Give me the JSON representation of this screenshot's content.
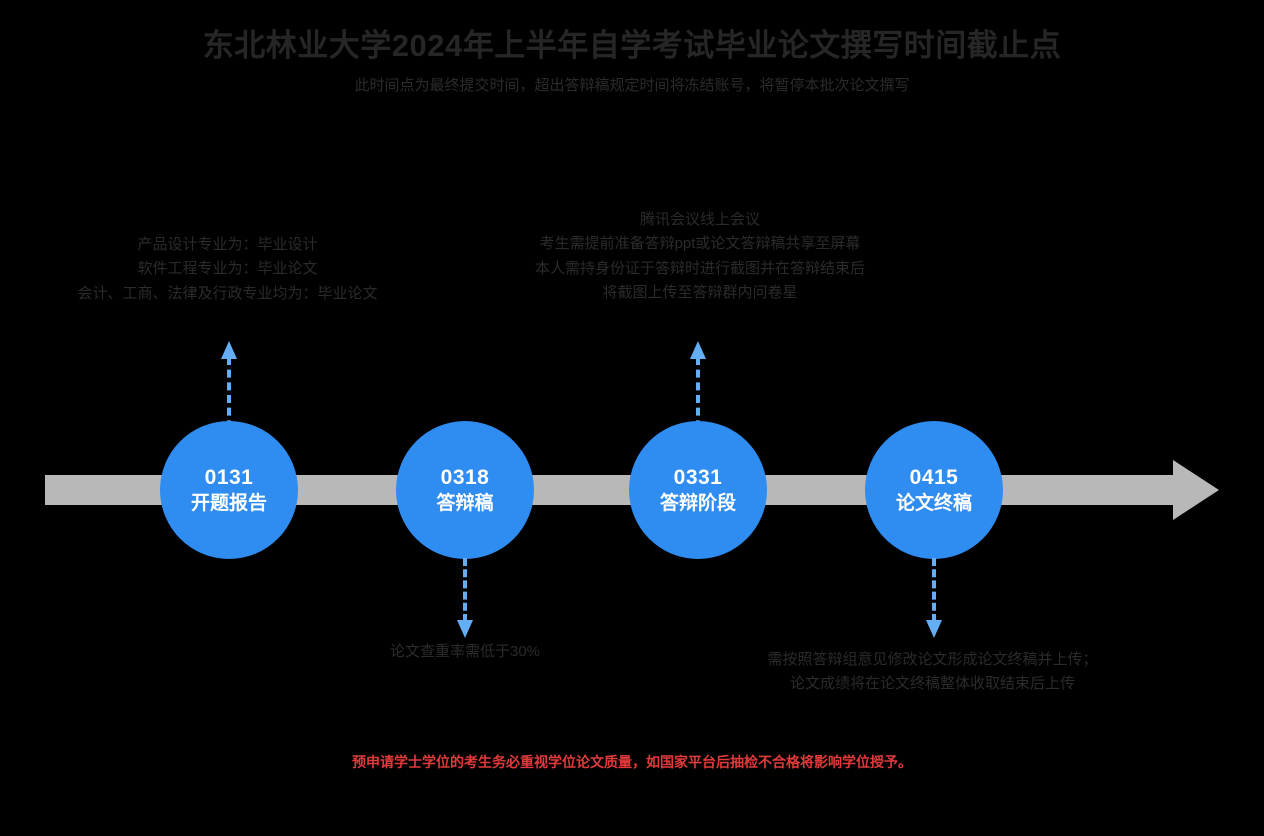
{
  "header": {
    "title": "东北林业大学2024年上半年自学考试毕业论文撰写时间截止点",
    "subtitle": "此时间点为最终提交时间，超出答辩稿规定时间将冻结账号，将暂停本批次论文撰写"
  },
  "timeline": {
    "arrow_color": "#b8b8b8",
    "node_color": "#2f8cf0",
    "connector_color": "#63aef5",
    "nodes": [
      {
        "date": "0131",
        "label": "开题报告"
      },
      {
        "date": "0318",
        "label": "答辩稿"
      },
      {
        "date": "0331",
        "label": "答辩阶段"
      },
      {
        "date": "0415",
        "label": "论文终稿"
      }
    ]
  },
  "notes": {
    "top_left": {
      "lines": [
        "产品设计专业为：毕业设计",
        "软件工程专业为：毕业论文",
        "会计、工商、法律及行政专业均为：毕业论文"
      ]
    },
    "top_center": {
      "lines": [
        "腾讯会议线上会议",
        "考生需提前准备答辩ppt或论文答辩稿共享至屏幕",
        "本人需持身份证于答辩时进行截图并在答辩结束后",
        "将截图上传至答辩群内问卷星"
      ]
    },
    "bottom_left": {
      "lines": [
        "论文查重率需低于30%"
      ]
    },
    "bottom_right": {
      "lines": [
        "需按照答辩组意见修改论文形成论文终稿并上传；",
        "论文成绩将在论文终稿整体收取结束后上传"
      ]
    }
  },
  "footer": {
    "warning": "预申请学士学位的考生务必重视学位论文质量，如国家平台后抽检不合格将影响学位授予。",
    "warning_color": "#e03a3a"
  }
}
